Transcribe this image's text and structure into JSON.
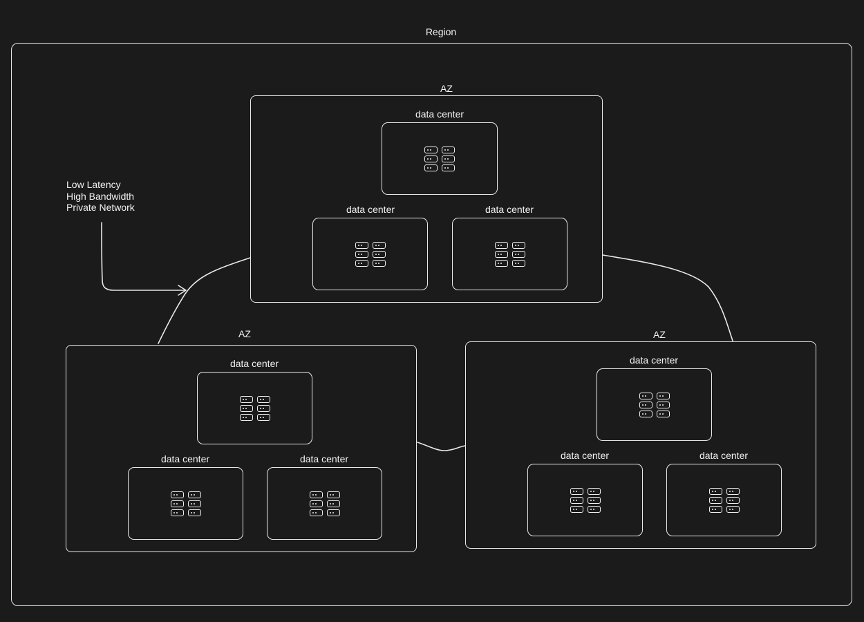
{
  "region": {
    "label": "Region"
  },
  "note": {
    "lines": [
      "Low Latency",
      "High Bandwidth",
      "Private Network"
    ]
  },
  "azs": [
    {
      "label": "AZ",
      "data_centers": [
        {
          "label": "data center",
          "icon": "server-rack-icon"
        },
        {
          "label": "data center",
          "icon": "server-rack-icon"
        },
        {
          "label": "data center",
          "icon": "server-rack-icon"
        }
      ]
    },
    {
      "label": "AZ",
      "data_centers": [
        {
          "label": "data center",
          "icon": "server-rack-icon"
        },
        {
          "label": "data center",
          "icon": "server-rack-icon"
        },
        {
          "label": "data center",
          "icon": "server-rack-icon"
        }
      ]
    },
    {
      "label": "AZ",
      "data_centers": [
        {
          "label": "data center",
          "icon": "server-rack-icon"
        },
        {
          "label": "data center",
          "icon": "server-rack-icon"
        },
        {
          "label": "data center",
          "icon": "server-rack-icon"
        }
      ]
    }
  ],
  "colors": {
    "background": "#1b1b1b",
    "stroke": "#e9e9e9",
    "text": "#f2f2f2"
  }
}
